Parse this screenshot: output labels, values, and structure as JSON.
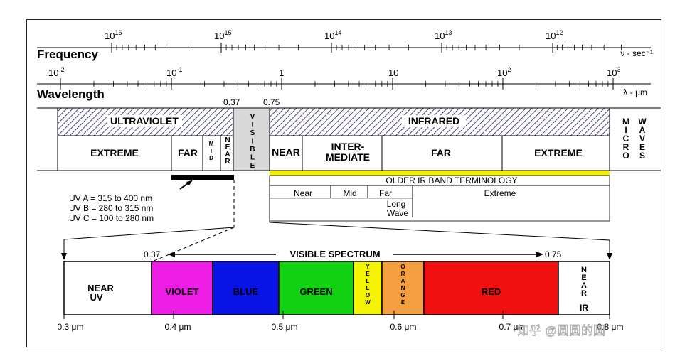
{
  "frequency": {
    "title": "Frequency",
    "unit": "ν - sec⁻¹",
    "ticks": [
      {
        "base": "10",
        "exp": "16"
      },
      {
        "base": "10",
        "exp": "15"
      },
      {
        "base": "10",
        "exp": "14"
      },
      {
        "base": "10",
        "exp": "13"
      },
      {
        "base": "10",
        "exp": "12"
      }
    ]
  },
  "wavelength": {
    "title": "Wavelength",
    "unit": "λ - μm",
    "ticks": [
      {
        "base": "10",
        "exp": "-2"
      },
      {
        "base": "10",
        "exp": "-1"
      },
      {
        "base": "1",
        "exp": ""
      },
      {
        "base": "10",
        "exp": ""
      },
      {
        "base": "10",
        "exp": "2"
      },
      {
        "base": "10",
        "exp": "3"
      }
    ]
  },
  "markers": {
    "left": "0.37",
    "right": "0.75"
  },
  "bands": {
    "ultraviolet": "ULTRAVIOLET",
    "uv_extreme": "EXTREME",
    "uv_far": "FAR",
    "uv_mid": "MID",
    "uv_near": "NEAR",
    "visible": "VISIBLE",
    "infrared": "INFRARED",
    "ir_near": "NEAR",
    "ir_intermediate_1": "INTER-",
    "ir_intermediate_2": "MEDIATE",
    "ir_far": "FAR",
    "ir_extreme": "EXTREME",
    "micro": "MICRO",
    "waves": "WAVES"
  },
  "older_ir": {
    "title": "OLDER IR BAND TERMINOLOGY",
    "near": "Near",
    "mid": "Mid",
    "far_1": "Far",
    "far_2": "Long",
    "far_3": "Wave",
    "extreme": "Extreme"
  },
  "uv_ranges": [
    "UV A = 315 to 400 nm",
    "UV B = 280 to 315 nm",
    "UV C = 100 to 280 nm"
  ],
  "visible_spectrum": {
    "title": "VISIBLE SPECTRUM",
    "left": "0.37",
    "right": "0.75",
    "segments": [
      {
        "label": "NEAR UV",
        "color": "#ffffff"
      },
      {
        "label": "VIOLET",
        "color": "#ee1ee6"
      },
      {
        "label": "BLUE",
        "color": "#0a14e6"
      },
      {
        "label": "GREEN",
        "color": "#12d012"
      },
      {
        "label": "YELLOW",
        "color": "#f4f400"
      },
      {
        "label": "ORANGE",
        "color": "#f5a040"
      },
      {
        "label": "RED",
        "color": "#f01010"
      },
      {
        "label": "NEAR IR",
        "color": "#ffffff"
      }
    ],
    "axis": [
      "0.3 μm",
      "0.4 μm",
      "0.5 μm",
      "0.6 μm",
      "0.7 μm",
      "0.8 μm"
    ]
  },
  "watermark": "知乎 @圆圆的圆",
  "colors": {
    "older_ir_bar": "#f0f000",
    "visible_band": "#d8d8d8",
    "hatch": "#1a1a6e"
  }
}
